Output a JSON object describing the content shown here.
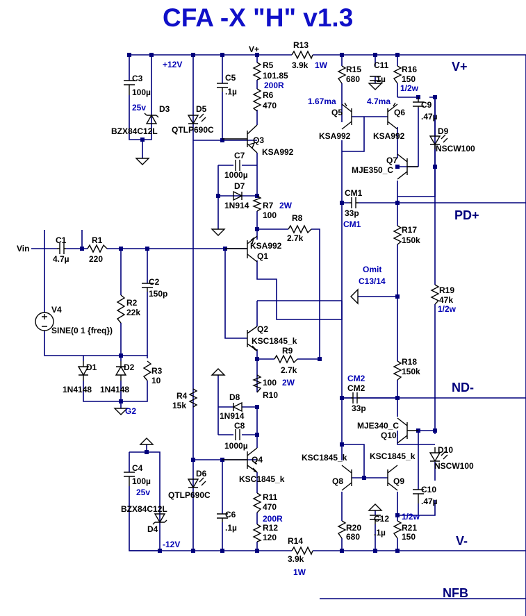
{
  "title": "CFA -X \"H\" v1.3",
  "nets": {
    "vplus_top": "V+",
    "p12": "+12V",
    "m12": "-12V",
    "vplus": "V+",
    "vminus": "V-",
    "pd": "PD+",
    "nd": "ND-",
    "nfb": "NFB",
    "vin": "Vin",
    "g2": "G2"
  },
  "components": {
    "C3": {
      "name": "C3",
      "value": "100µ",
      "rating": "25v"
    },
    "D3": {
      "name": "D3",
      "value": "BZX84C12L"
    },
    "D5": {
      "name": "D5",
      "value": "QTLP690C"
    },
    "C5": {
      "name": "C5",
      "value": ".1µ"
    },
    "R5": {
      "name": "R5",
      "value": "101.85",
      "alt": "200R"
    },
    "R6": {
      "name": "R6",
      "value": "470"
    },
    "Q3": {
      "name": "Q3",
      "value": "KSA992"
    },
    "C7": {
      "name": "C7",
      "value": "1000µ"
    },
    "D7": {
      "name": "D7",
      "value": "1N914"
    },
    "R7": {
      "name": "R7",
      "value": "100",
      "rating": "2W"
    },
    "R8": {
      "name": "R8",
      "value": "2.7k"
    },
    "Q1": {
      "name": "Q1",
      "value": "KSA992"
    },
    "R13": {
      "name": "R13",
      "value": "3.9k",
      "rating": "1W"
    },
    "R15": {
      "name": "R15",
      "value": "680"
    },
    "C11": {
      "name": "C11",
      "value": ".1µ"
    },
    "R16": {
      "name": "R16",
      "value": "150",
      "rating": "1/2w"
    },
    "Q5": {
      "name": "Q5",
      "value": "KSA992",
      "current": "1.67ma"
    },
    "Q6": {
      "name": "Q6",
      "value": "KSA992",
      "current": "4.7ma"
    },
    "C9": {
      "name": "C9",
      "value": ".47µ"
    },
    "D9": {
      "name": "D9",
      "value": "NSCW100"
    },
    "Q7": {
      "name": "Q7",
      "value": "MJE350_C"
    },
    "CM1": {
      "name": "CM1",
      "value": "33p",
      "label": "CM1"
    },
    "R17": {
      "name": "R17",
      "value": "150k"
    },
    "R19": {
      "name": "R19",
      "value": "47k",
      "rating": "1/2w"
    },
    "omit": {
      "line1": "Omit",
      "line2": "C13/14"
    },
    "C1": {
      "name": "C1",
      "value": "4.7µ"
    },
    "R1": {
      "name": "R1",
      "value": "220"
    },
    "C2": {
      "name": "C2",
      "value": "150p"
    },
    "R2": {
      "name": "R2",
      "value": "22k"
    },
    "V4": {
      "name": "V4",
      "value": "SINE(0 1 {freq})"
    },
    "D1": {
      "name": "D1",
      "value": "1N4148"
    },
    "D2": {
      "name": "D2",
      "value": "1N4148"
    },
    "R3": {
      "name": "R3",
      "value": "10"
    },
    "Q2": {
      "name": "Q2",
      "value": "KSC1845_k"
    },
    "R9": {
      "name": "R9",
      "value": "2.7k"
    },
    "R10": {
      "name": "R10",
      "value": "100",
      "rating": "2W"
    },
    "R18": {
      "name": "R18",
      "value": "150k"
    },
    "CM2": {
      "name": "CM2",
      "value": "33p",
      "label": "CM2"
    },
    "R4": {
      "name": "R4",
      "value": "15k"
    },
    "D8": {
      "name": "D8",
      "value": "1N914"
    },
    "C8": {
      "name": "C8",
      "value": "1000µ"
    },
    "Q10": {
      "name": "Q10",
      "value": "MJE340_C"
    },
    "Q8": {
      "name": "Q8",
      "value": "KSC1845_k"
    },
    "Q9": {
      "name": "Q9",
      "value": "KSC1845_k"
    },
    "D10": {
      "name": "D10",
      "value": "NSCW100"
    },
    "C4": {
      "name": "C4",
      "value": "100µ",
      "rating": "25v"
    },
    "D4": {
      "name": "D4",
      "value": "BZX84C12L"
    },
    "D6": {
      "name": "D6",
      "value": "QTLP690C"
    },
    "C6": {
      "name": "C6",
      "value": ".1µ"
    },
    "Q4": {
      "name": "Q4",
      "value": "KSC1845_k"
    },
    "R11": {
      "name": "R11",
      "value": "470",
      "alt": "200R"
    },
    "R12": {
      "name": "R12",
      "value": "120"
    },
    "C10": {
      "name": "C10",
      "value": ".47µ",
      "rating": "1/2w"
    },
    "R20": {
      "name": "R20",
      "value": "680"
    },
    "C12": {
      "name": "C12",
      "value": ".1µ"
    },
    "R21": {
      "name": "R21",
      "value": "150"
    },
    "R14": {
      "name": "R14",
      "value": "3.9k",
      "rating": "1W"
    }
  }
}
